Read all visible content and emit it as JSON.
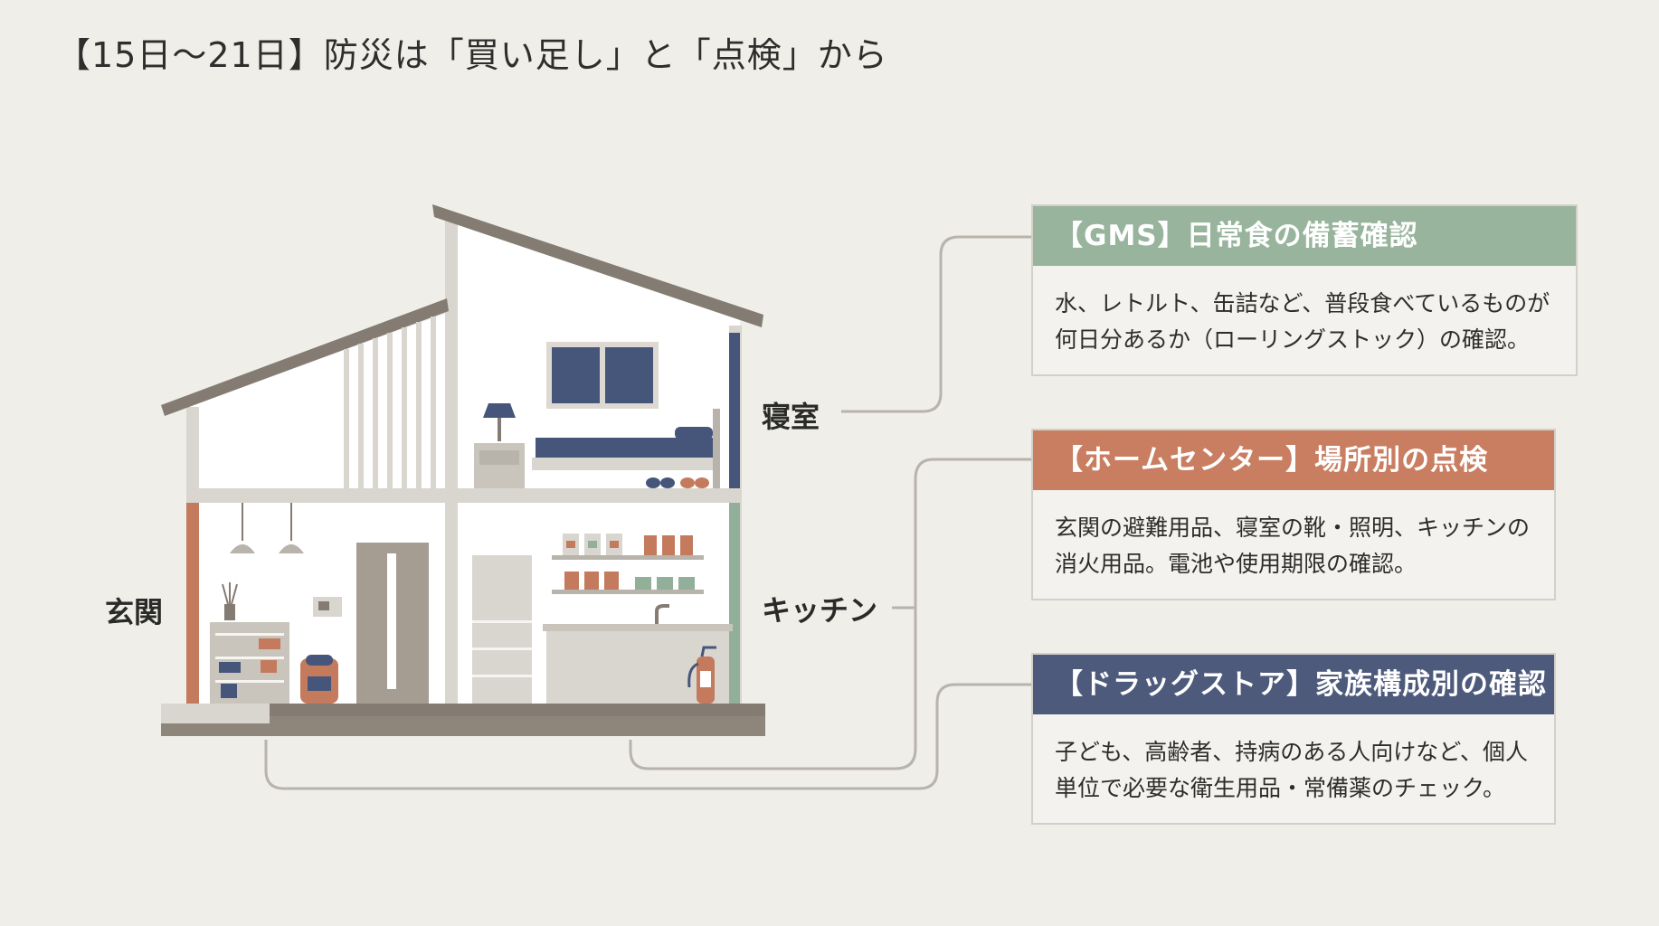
{
  "title": "【15日〜21日】防災は「買い足し」と「点検」から",
  "rooms": {
    "bedroom": "寝室",
    "kitchen": "キッチン",
    "entrance": "玄関"
  },
  "cards": [
    {
      "heading": "【GMS】日常食の備蓄確認",
      "body": "水、レトルト、缶詰など、普段食べているものが何日分あるか（ローリングストック）の確認。",
      "color": "#98b49d"
    },
    {
      "heading": "【ホームセンター】場所別の点検",
      "body": "玄関の避難用品、寝室の靴・照明、キッチンの消火用品。電池や使用期限の確認。",
      "color": "#c97e61"
    },
    {
      "heading": "【ドラッグストア】家族構成別の確認",
      "body": "子ども、高齢者、持病のある人向けなど、個人単位で必要な衛生用品・常備薬のチェック。",
      "color": "#4d5a7c"
    }
  ],
  "colors": {
    "background": "#efeee9",
    "wall": "#d9d6cf",
    "roof": "#847b72",
    "navy": "#46557a",
    "terracotta": "#c47a5c",
    "sage": "#92b099",
    "connector": "#b7b2aa"
  }
}
